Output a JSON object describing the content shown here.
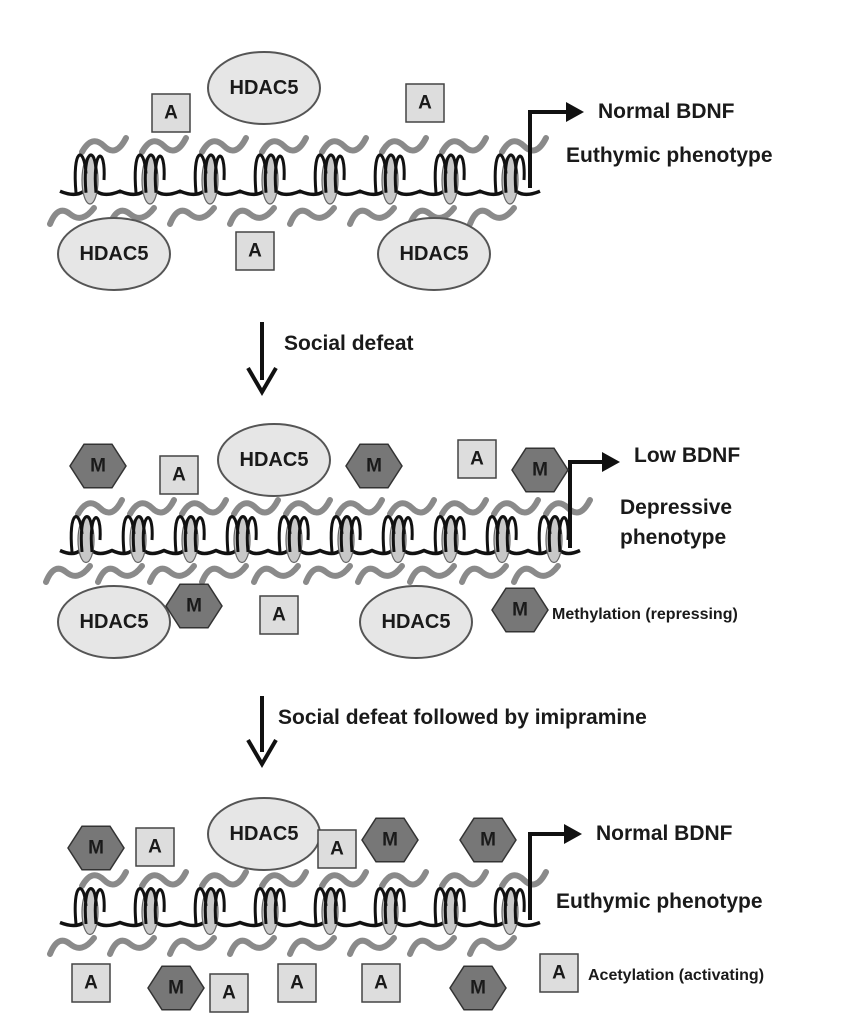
{
  "panels": [
    {
      "status": "Normal BDNF",
      "phenotype": [
        "Euthymic phenotype"
      ],
      "legend": ""
    },
    {
      "status": "Low BDNF",
      "phenotype": [
        "Depressive",
        "phenotype"
      ],
      "legend": "Methylation (repressing)"
    },
    {
      "status": "Normal BDNF",
      "phenotype": [
        "Euthymic phenotype"
      ],
      "legend": "Acetylation (activating)"
    }
  ],
  "transitions": [
    {
      "label": "Social defeat"
    },
    {
      "label": "Social defeat followed by imipramine"
    }
  ],
  "marks": {
    "hdac": "HDAC5",
    "acetyl": "A",
    "methyl": "M"
  },
  "colors": {
    "ellipse_fill": "#e6e6e6",
    "acetyl_fill": "#dddddd",
    "methyl_fill": "#777777",
    "dna": "#111111",
    "histone_tail": "#8a8a8a",
    "nucleosome": "#c8c8c8"
  }
}
